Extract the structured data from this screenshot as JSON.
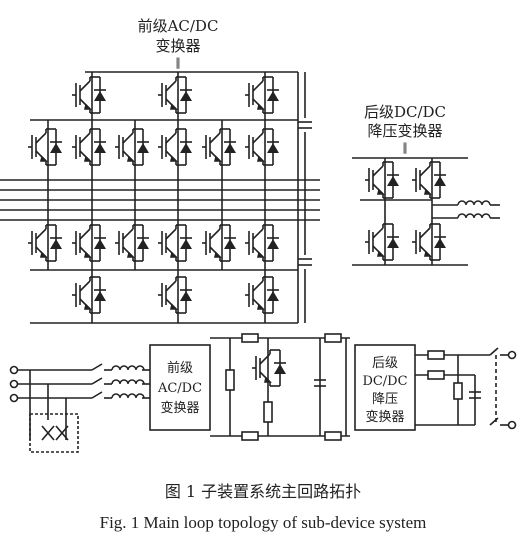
{
  "labels": {
    "front_stage_line1": "前级AC/DC",
    "front_stage_line2": "变换器",
    "rear_stage_line1": "后级DC/DC",
    "rear_stage_line2": "降压变换器",
    "double_line_mark": "‖"
  },
  "blocks": {
    "front_line1": "前级",
    "front_line2": "AC/DC",
    "front_line3": "变换器",
    "rear_line1": "后级",
    "rear_line2": "DC/DC",
    "rear_line3": "降压",
    "rear_line4": "变换器"
  },
  "caption": {
    "cn": "图 1   子装置系统主回路拓扑",
    "en": "Fig. 1 Main loop topology of sub-device system"
  }
}
